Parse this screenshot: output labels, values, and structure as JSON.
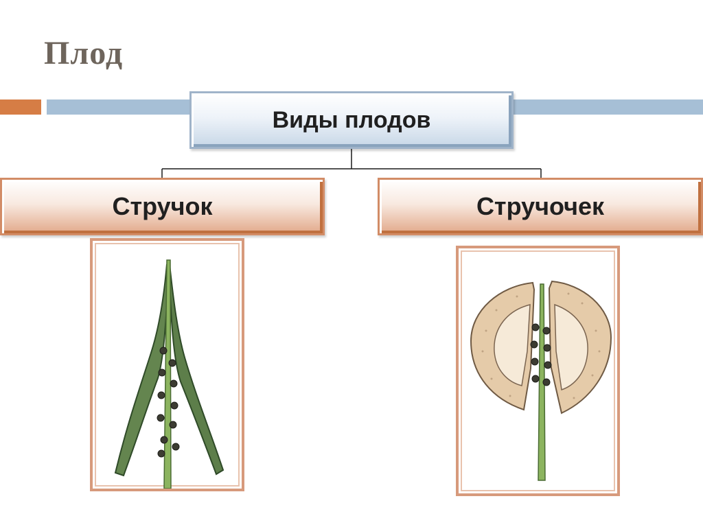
{
  "slide": {
    "title": "Плод"
  },
  "diagram": {
    "root_label": "Виды плодов",
    "children": [
      {
        "label": "Стручок",
        "image_icon": "silique-pod-icon"
      },
      {
        "label": "Стручочек",
        "image_icon": "silicle-pod-icon"
      }
    ]
  },
  "colors": {
    "title": "#6e655c",
    "accent_orange": "#d67d45",
    "accent_blue": "#a6bfd6",
    "root_box_border": "#9fb3c9",
    "child_box_border": "#d28c66",
    "pod_green": "#5f7f4c",
    "silicle_fill": "#e7cdb0"
  }
}
